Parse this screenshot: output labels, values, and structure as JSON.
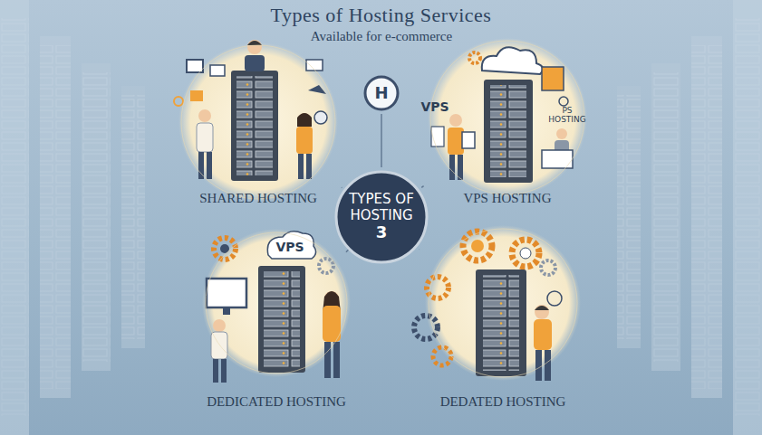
{
  "diagram": {
    "title": "Types of Hosting Services",
    "nodes": [
      {
        "text": [
          "H"
        ]
      },
      {
        "text": [
          "SHARED HOSTING"
        ]
      },
      {
        "text": [
          "VPS HOSTING"
        ]
      },
      {
        "text": [
          "TYPES OF HOSTING",
          "3"
        ]
      },
      {
        "text": [
          "DEDICATED HOSTING"
        ]
      },
      {
        "text": [
          "DEDATED HOSTING"
        ]
      }
    ],
    "edges": [
      {
        "from": 3,
        "to": 0,
        "arrow": "none"
      },
      {
        "from": 3,
        "to": 1,
        "arrow": "none"
      },
      {
        "from": 3,
        "to": 2,
        "arrow": "none"
      },
      {
        "from": 3,
        "to": 4,
        "arrow": "none"
      },
      {
        "from": 3,
        "to": 5,
        "arrow": "none"
      }
    ],
    "labels": [
      "Available for e-commerce",
      "VPS",
      "PS HOSTING",
      "VPS"
    ]
  }
}
